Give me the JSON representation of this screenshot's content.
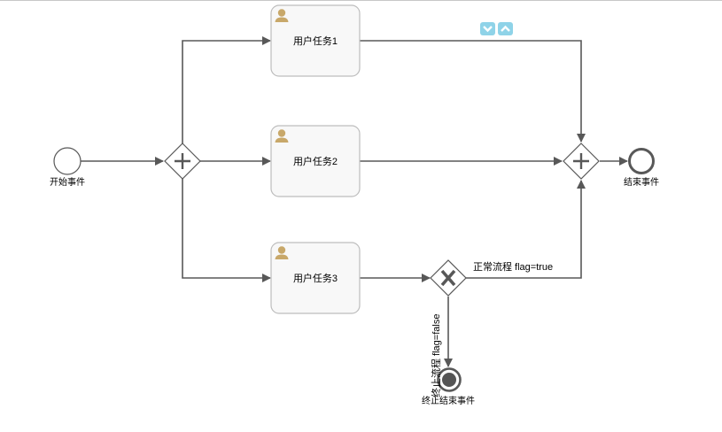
{
  "diagram": {
    "start_event": {
      "label": "开始事件"
    },
    "end_event": {
      "label": "结束事件"
    },
    "terminate_event": {
      "label": "终止结束事件"
    },
    "tasks": [
      {
        "label": "用户任务1",
        "icon": "user-icon"
      },
      {
        "label": "用户任务2",
        "icon": "user-icon"
      },
      {
        "label": "用户任务3",
        "icon": "user-icon"
      }
    ],
    "parallel_split": {
      "icon": "plus-icon"
    },
    "parallel_join": {
      "icon": "plus-icon"
    },
    "exclusive_gateway": {
      "icon": "x-icon"
    },
    "flows": {
      "normal": "正常流程 flag=true",
      "terminate": "终止流程 flag=false"
    },
    "toolbar": {
      "expand_icon": "chevron-down-icon",
      "collapse_icon": "chevron-up-icon"
    },
    "colors": {
      "line": "#585858",
      "task_fill": "#f8f8f8",
      "task_border": "#bdbdbd",
      "user_icon": "#c8a86a",
      "toolbar_button": "#8fd3e8"
    }
  }
}
